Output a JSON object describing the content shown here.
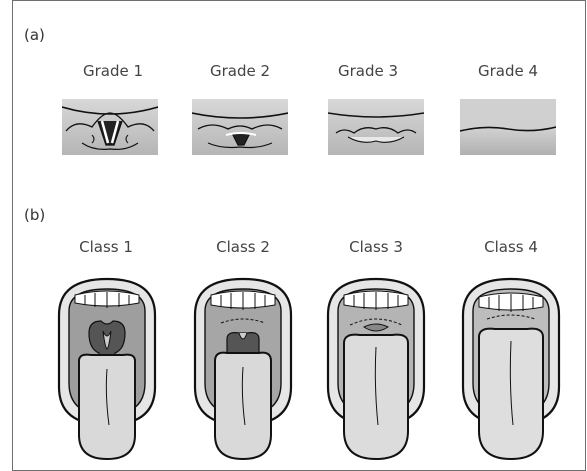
{
  "panel_a": {
    "label": "(a)",
    "items": [
      {
        "label": "Grade 1",
        "view": "full glottis, vocal cords visible"
      },
      {
        "label": "Grade 2",
        "view": "posterior commissure visible"
      },
      {
        "label": "Grade 3",
        "view": "epiglottis only"
      },
      {
        "label": "Grade 4",
        "view": "soft palate only"
      }
    ]
  },
  "panel_b": {
    "label": "(b)",
    "items": [
      {
        "label": "Class 1",
        "view": "uvula, faucial pillars, soft palate visible"
      },
      {
        "label": "Class 2",
        "view": "uvula partly visible"
      },
      {
        "label": "Class 3",
        "view": "soft palate only"
      },
      {
        "label": "Class 4",
        "view": "hard palate only"
      }
    ]
  },
  "colors": {
    "background_gray": "#c9c9c9",
    "tongue": "#d9d9d9",
    "mouth_dark": "#8a8a8a",
    "outline": "#111111",
    "frame": "#6e6e6e"
  }
}
